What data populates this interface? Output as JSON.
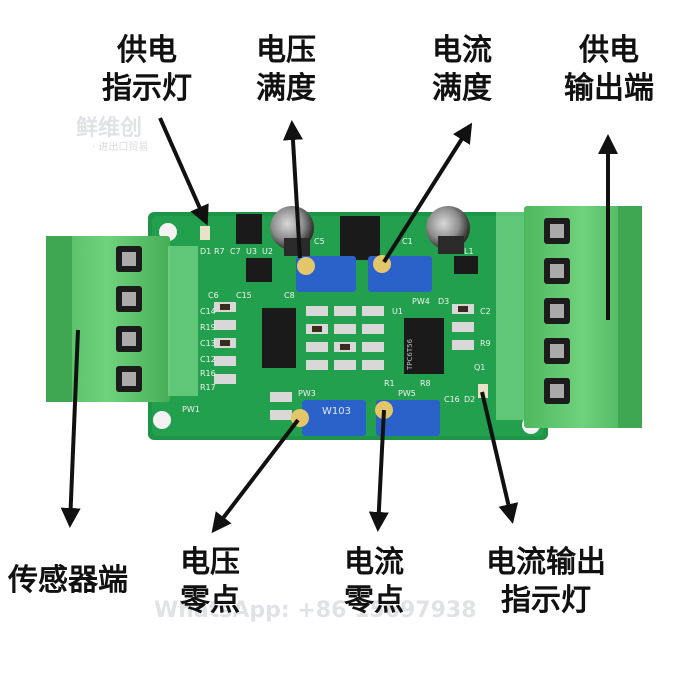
{
  "labels": {
    "power_indicator": [
      "供电",
      "指示灯"
    ],
    "voltage_span": [
      "电压",
      "满度"
    ],
    "current_span": [
      "电流",
      "满度"
    ],
    "power_output": [
      "供电",
      "输出端"
    ],
    "sensor_terminal": [
      "传感器端"
    ],
    "voltage_zero": [
      "电压",
      "零点"
    ],
    "current_zero": [
      "电流",
      "零点"
    ],
    "current_output_indicator": [
      "电流输出",
      "指示灯"
    ]
  },
  "watermark": {
    "brand": "鲜维创",
    "sub": "· 进出口贸易",
    "contact": "WhatsApp: +86 15697938"
  },
  "board": {
    "pcb_color": "#1f9a4a",
    "terminal_color": "#56c266",
    "pot_color": "#2b62c9",
    "silkscreen": {
      "d1": "D1",
      "r7": "R7",
      "c7": "C7",
      "u2": "U2",
      "u3": "U3",
      "c5": "C5",
      "c1": "C1",
      "d3": "D3",
      "l1": "L1",
      "c6": "C6",
      "c15": "C15",
      "c8": "C8",
      "pw4": "PW4",
      "pw1": "PW1",
      "pw3": "PW3",
      "pw5": "PW5",
      "u1": "U1",
      "r8": "R8",
      "q1": "Q1",
      "c16": "C16",
      "d2": "D2",
      "w103": "W103",
      "c14": "C14",
      "r19": "R19",
      "c13": "C13",
      "c12": "C12",
      "r16": "R16",
      "r17": "R17",
      "c2": "C2",
      "r9": "R9",
      "r1": "R1",
      "chip_text": "TPC6T56"
    }
  }
}
